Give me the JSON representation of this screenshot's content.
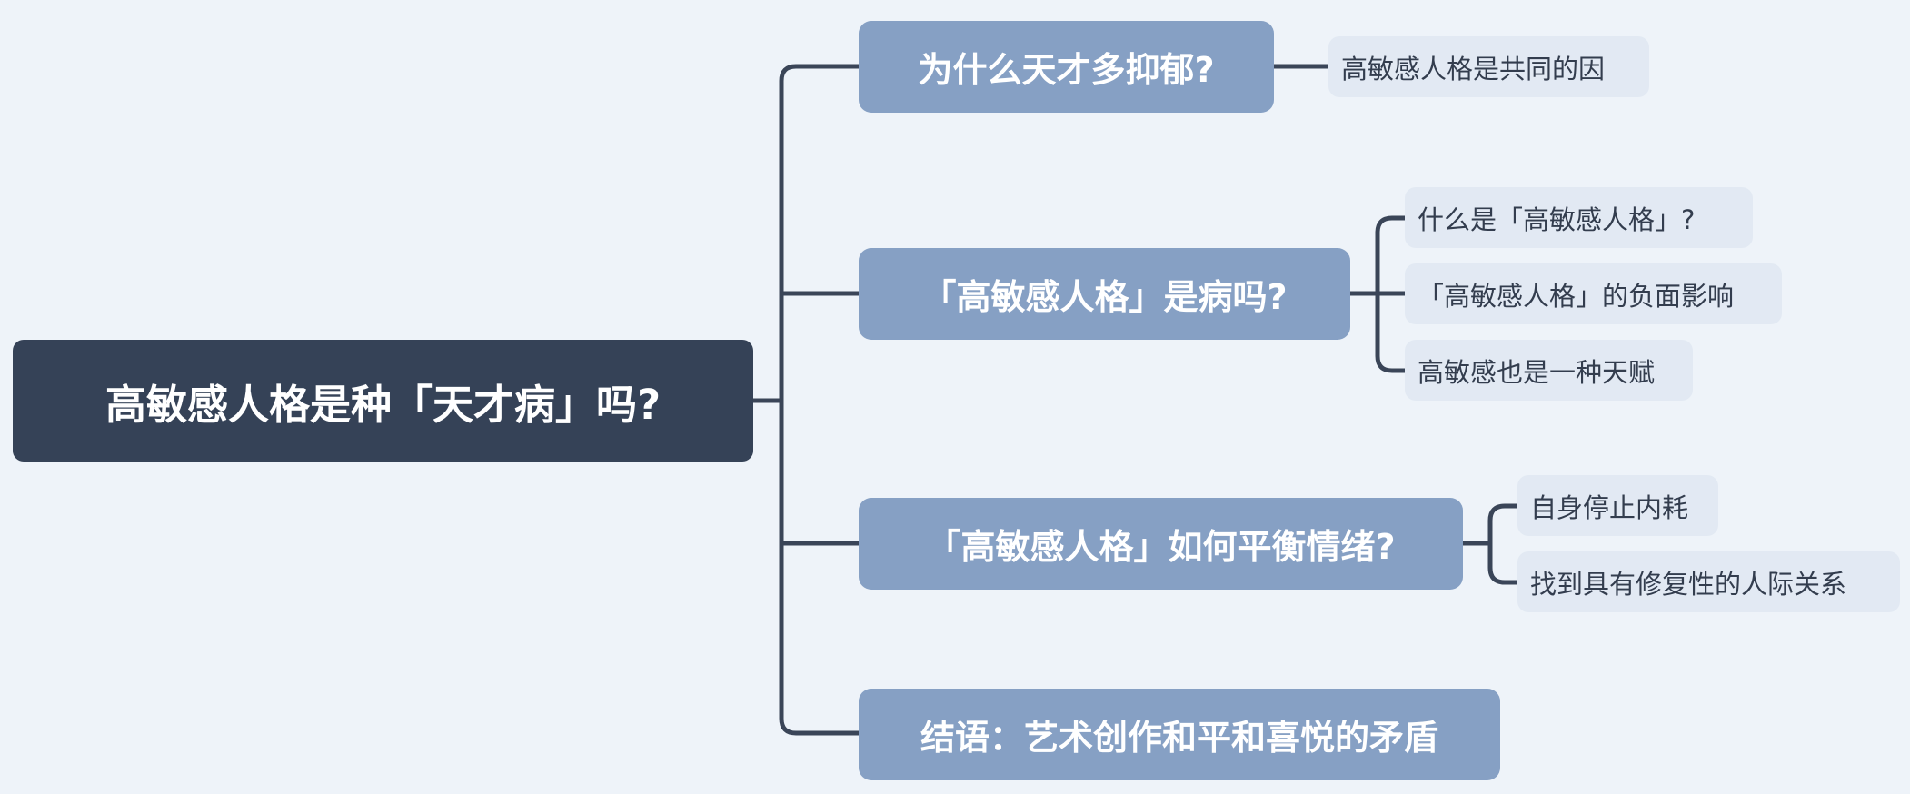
{
  "mindmap": {
    "root": "高敏感人格是种「天才病」吗?",
    "branches": [
      {
        "label": "为什么天才多抑郁?",
        "children": [
          "高敏感人格是共同的因"
        ]
      },
      {
        "label": "「高敏感人格」是病吗?",
        "children": [
          "什么是「高敏感人格」?",
          "「高敏感人格」的负面影响",
          "高敏感也是一种天赋"
        ]
      },
      {
        "label": "「高敏感人格」如何平衡情绪?",
        "children": [
          "自身停止内耗",
          "找到具有修复性的人际关系"
        ]
      },
      {
        "label": "结语：艺术创作和平和喜悦的矛盾",
        "children": []
      }
    ]
  },
  "colors": {
    "background": "#eef3f9",
    "root_fill": "#354257",
    "branch_fill": "#86a0c4",
    "leaf_fill": "#e2e9f3",
    "connector": "#3a4558"
  }
}
